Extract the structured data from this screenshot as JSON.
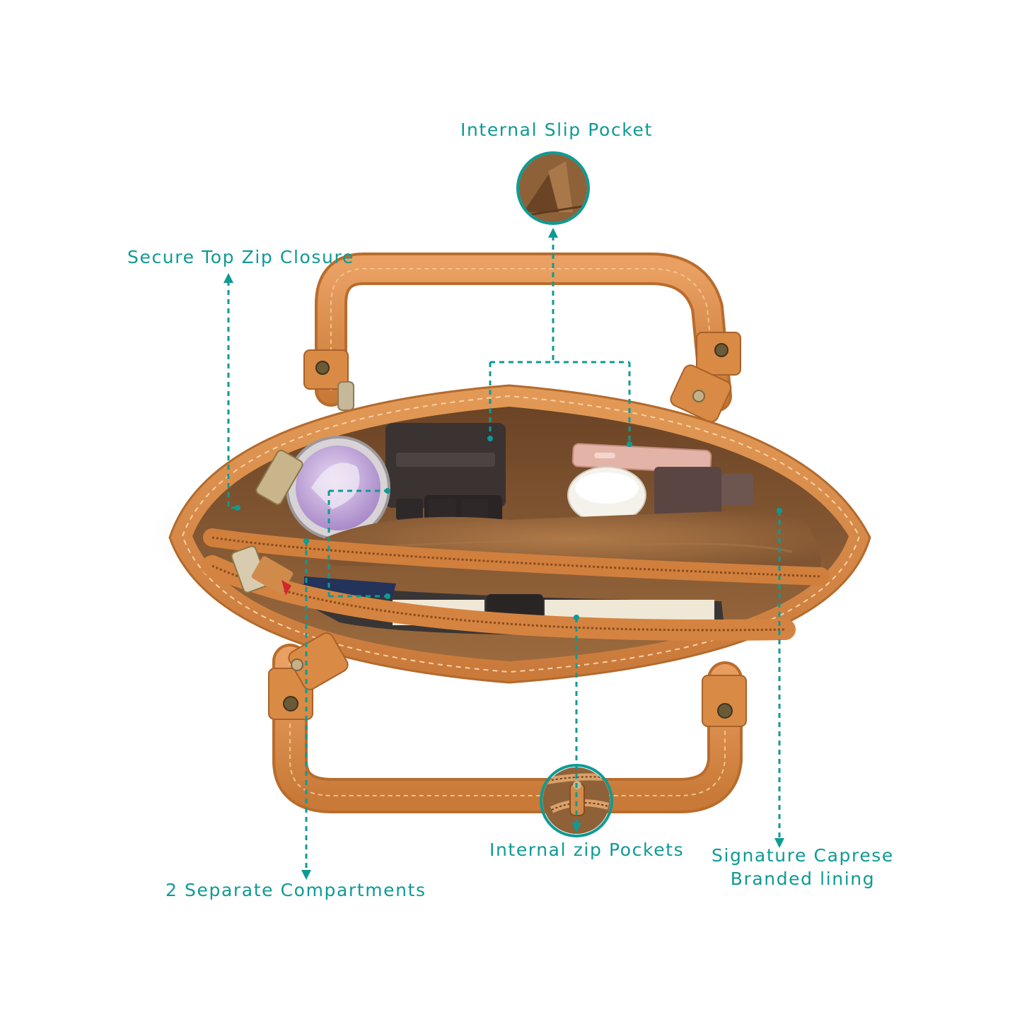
{
  "annotations": {
    "internal_slip_pocket": "Internal Slip Pocket",
    "secure_top_zip": "Secure Top Zip Closure",
    "separate_compartments": "2 Separate Compartments",
    "internal_zip_pockets": "Internal zip Pockets",
    "branded_lining_line1": "Signature Caprese",
    "branded_lining_line2": "Branded lining"
  },
  "colors": {
    "accent": "#0f9a94",
    "bag_tan": "#d98a45",
    "lining": "#8a5a34",
    "background": "#ffffff"
  }
}
